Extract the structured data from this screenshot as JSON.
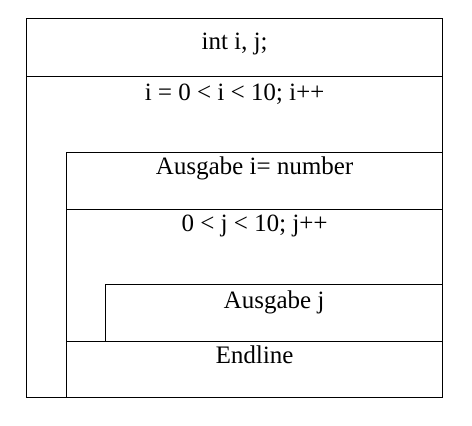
{
  "structogram": {
    "declaration": "int i, j;",
    "outer_loop": {
      "header": "i = 0 < i < 10; i++",
      "output_i": "Ausgabe i= number",
      "inner_loop": {
        "header": "0 < j < 10; j++",
        "output_j": "Ausgabe j"
      },
      "endline": "Endline"
    }
  }
}
